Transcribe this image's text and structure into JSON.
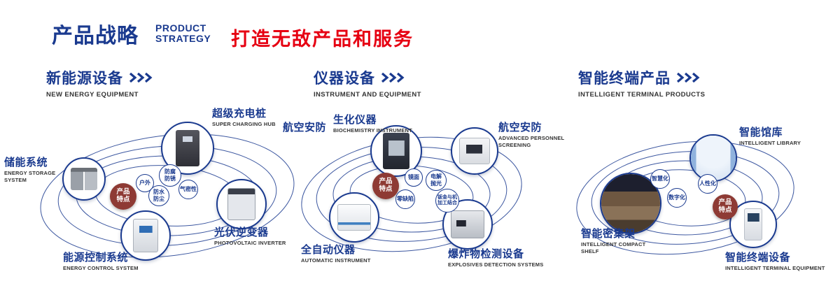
{
  "header": {
    "title_cn": "产品战略",
    "title_en_line1": "PRODUCT",
    "title_en_line2": "STRATEGY",
    "slogan": "打造无敌产品和服务"
  },
  "colors": {
    "navy": "#1a3a8f",
    "red": "#e60012",
    "badge_red": "#8e3a34"
  },
  "sections": [
    {
      "title_cn": "新能源设备",
      "title_en": "NEW ENERGY EQUIPMENT",
      "badge": "产品特点",
      "features": [
        "户外",
        "防腐防锈",
        "气密性",
        "防水防尘"
      ],
      "products": [
        {
          "cn": "超级充电桩",
          "en": "SUPER CHARGING HUB"
        },
        {
          "cn": "储能系统",
          "en": "ENERGY STORAGE SYSTEM"
        },
        {
          "cn": "光伏逆变器",
          "en": "PHOTOVOLTAIC INVERTER"
        },
        {
          "cn": "能源控制系统",
          "en": "ENERGY CONTROL SYSTEM"
        }
      ]
    },
    {
      "title_cn": "仪器设备",
      "title_en": "INSTRUMENT AND EQUIPMENT",
      "badge": "产品特点",
      "side_label": "航空安防",
      "features": [
        "镜面",
        "电解抛光",
        "零缺陷",
        "钣金与机加工结合"
      ],
      "products": [
        {
          "cn": "生化仪器",
          "en": "BIOCHEMISTRY INSTRUMENT"
        },
        {
          "cn": "航空安防",
          "en": "ADVANCED PERSONNEL SCREENING"
        },
        {
          "cn": "全自动仪器",
          "en": "AUTOMATIC INSTRUMENT"
        },
        {
          "cn": "爆炸物检测设备",
          "en": "EXPLOSIVES DETECTION SYSTEMS"
        }
      ]
    },
    {
      "title_cn": "智能终端产品",
      "title_en": "INTELLIGENT TERMINAL PRODUCTS",
      "badge": "产品特点",
      "features": [
        "智慧化",
        "人性化",
        "数字化"
      ],
      "products": [
        {
          "cn": "智能馆库",
          "en": "INTELLIGENT LIBRARY"
        },
        {
          "cn": "智能密集架",
          "en": "INTELLIGENT COMPACT SHELF"
        },
        {
          "cn": "智能终端设备",
          "en": "INTELLIGENT TERMINAL EQUIPMENT"
        }
      ]
    }
  ]
}
